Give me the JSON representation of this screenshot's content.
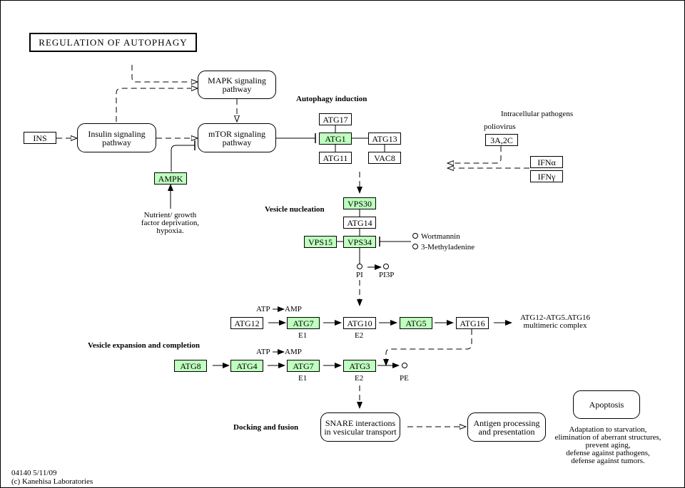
{
  "title": "REGULATION OF AUTOPHAGY",
  "colors": {
    "gene_highlight": "#bfffbf",
    "border": "#000000",
    "background": "#ffffff"
  },
  "section_headers": {
    "induction": "Autophagy induction",
    "nucleation": "Vesicle nucleation",
    "expansion": "Vesicle expansion and completion",
    "docking": "Docking and fusion"
  },
  "genes": {
    "ins": "INS",
    "ampk": "AMPK",
    "atg17": "ATG17",
    "atg1": "ATG1",
    "atg13": "ATG13",
    "atg11": "ATG11",
    "vac8": "VAC8",
    "v3a2c": "3A,2C",
    "ifna": "IFNα",
    "ifng": "IFNγ",
    "vps30": "VPS30",
    "atg14": "ATG14",
    "vps15": "VPS15",
    "vps34": "VPS34",
    "atg12": "ATG12",
    "atg7a": "ATG7",
    "atg10": "ATG10",
    "atg5": "ATG5",
    "atg16": "ATG16",
    "atg8": "ATG8",
    "atg4": "ATG4",
    "atg7b": "ATG7",
    "atg3": "ATG3"
  },
  "pathways": {
    "mapk": [
      "MAPK signaling",
      "pathway"
    ],
    "insulin": [
      "Insulin signaling",
      "pathway"
    ],
    "mtor": [
      "mTOR signaling",
      "pathway"
    ],
    "snare": [
      "SNARE interactions",
      "in vesicular transport"
    ],
    "antigen": [
      "Antigen processing",
      "and presentation"
    ],
    "apoptosis": [
      "Apoptosis"
    ]
  },
  "labels": {
    "nutrient": [
      "Nutrient/ growth",
      "factor deprivation,",
      "hypoxia."
    ],
    "intracellular": "Intracellular pathogens",
    "poliovirus": "poliovirus",
    "wortmannin": "Wortmannin",
    "methyladenine": "3-Methyladenine",
    "pi": "PI",
    "pi3p": "PI3P",
    "atp1": "ATP",
    "amp1": "AMP",
    "atp2": "ATP",
    "amp2": "AMP",
    "e1a": "E1",
    "e2a": "E2",
    "e1b": "E1",
    "e2b": "E2",
    "pe": "PE",
    "complex": [
      "ATG12-ATG5.ATG16",
      "multimeric complex"
    ],
    "outcomes": [
      "Adaptation to starvation,",
      "elimination of aberrant structures,",
      "prevent aging,",
      "defense against pathogens,",
      "defense against tumors."
    ]
  },
  "footer": {
    "id_date": "04140 5/11/09",
    "copyright": "(c) Kanehisa Laboratories"
  }
}
